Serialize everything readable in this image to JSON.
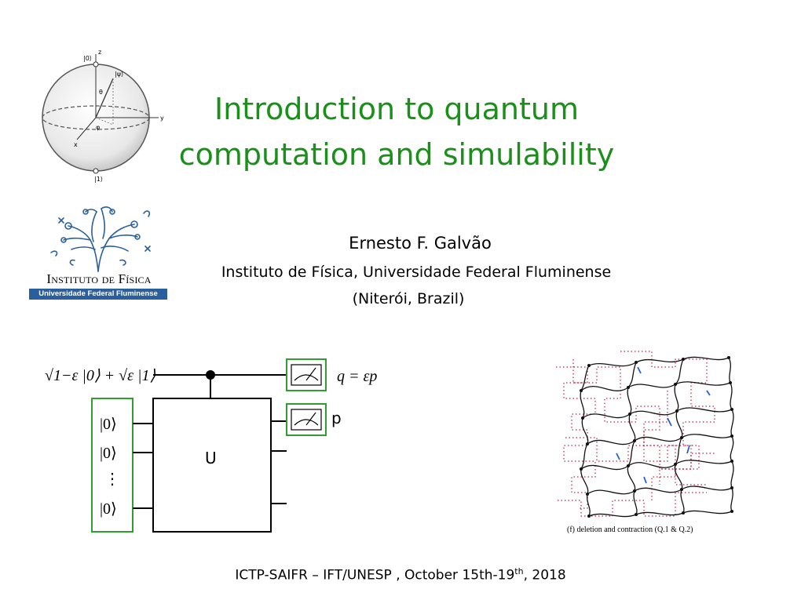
{
  "title": {
    "line1": "Introduction to quantum",
    "line2": "computation and simulability"
  },
  "author": "Ernesto F. Galvão",
  "affiliation": {
    "line1": "Instituto de Física, Universidade Federal Fluminense",
    "line2": "(Niterói, Brazil)"
  },
  "logo": {
    "name": "Instituto de Física",
    "subtitle": "Universidade Federal Fluminense"
  },
  "bloch_sphere": {
    "ket0": "|0⟩",
    "ket1": "|1⟩",
    "psi": "|ψ⟩",
    "theta": "θ",
    "phi": "φ",
    "x": "x",
    "y": "y",
    "z": "z"
  },
  "circuit": {
    "input_state": "√1−ε |0⟩ + √ε |1⟩",
    "ket0": "|0⟩",
    "dots": "⋮",
    "gate": "U",
    "output_q": "q = εp",
    "output_p": "p"
  },
  "network_caption": "(f) deletion and contraction (Q.1 & Q.2)",
  "footer": {
    "text": "ICTP-SAIFR – IFT/UNESP , October 15th-19",
    "sup": "th",
    "year": ", 2018"
  },
  "colors": {
    "title": "#1a8f1a",
    "box_green": "#2e9e2e",
    "logo_blue": "#2a5f9e",
    "grid_red": "#c02040"
  }
}
